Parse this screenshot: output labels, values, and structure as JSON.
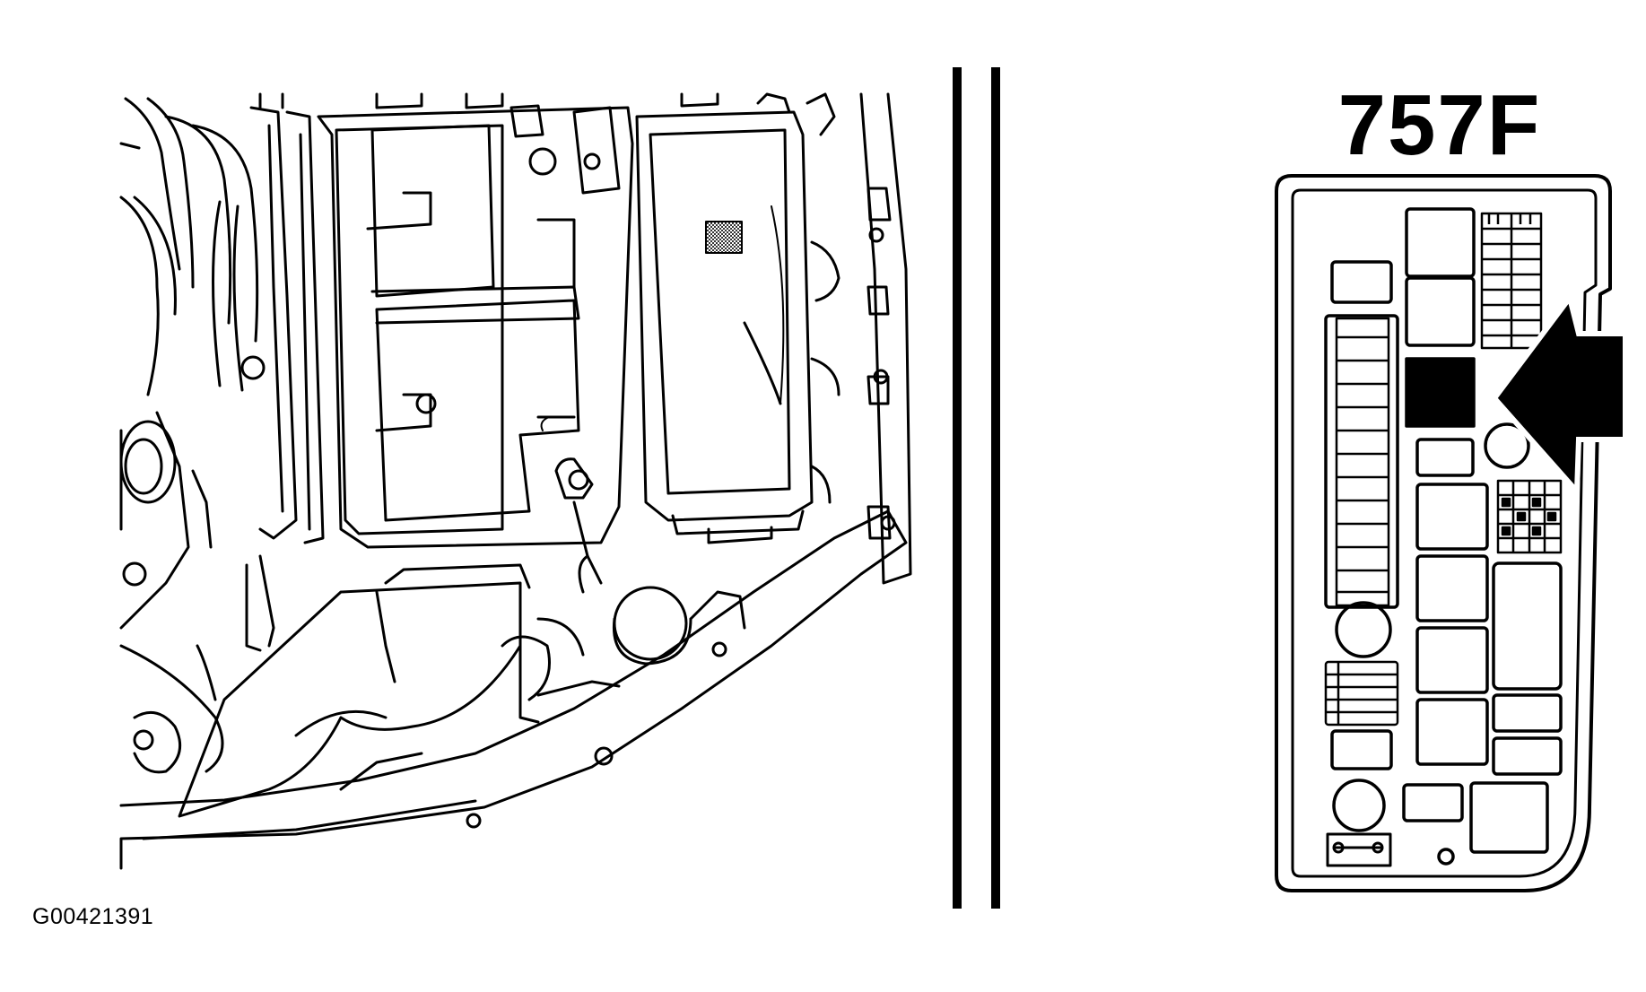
{
  "figure": {
    "id_label": "G00421391",
    "fuse_box_label": "757F"
  },
  "colors": {
    "ink": "#000000",
    "paper": "#ffffff",
    "hatch": "#555555"
  },
  "icons": {
    "locator_arrow": "arrow-left-icon",
    "engine_bay": "engine-bay-illustration",
    "fuse_box": "fuse-box-diagram"
  }
}
